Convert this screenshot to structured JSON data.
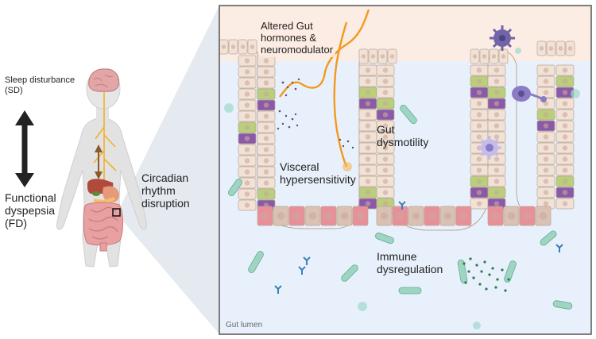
{
  "labels": {
    "sleep": "Sleep disturbance\n(SD)",
    "fd": "Functional\ndyspepsia\n(FD)",
    "circadian": "Circadian\nrhythm\ndisruption",
    "hormones": "Altered Gut\nhormones &\nneuromodulator",
    "dysmotility": "Gut\ndysmotility",
    "visceral": "Visceral\nhypersensitivity",
    "immune": "Immune\ndysregulation",
    "lumen": "Gut lumen"
  },
  "colors": {
    "panel_border": "#555555",
    "lumen_bg": "#e8f1fb",
    "mucosa_bg": "#fbece4",
    "nerve": "#f29a1f",
    "cell_fill": "#f2e2d6",
    "cell_stroke": "#b8a596",
    "enteroendocrine": "#8a5aa8",
    "goblet": "#b9cf7a",
    "paneth": "#e8909a",
    "bacteria": "#9fd4c2",
    "immune_cell": "#8e7cc8",
    "antibody": "#3b7fb5",
    "arrow": "#222222",
    "body": "#d8d8d8"
  }
}
